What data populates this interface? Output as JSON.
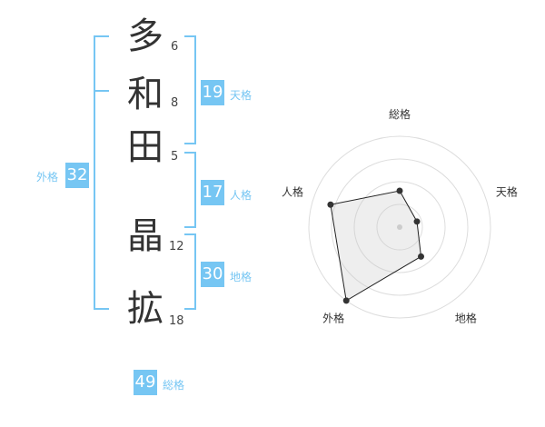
{
  "name": {
    "chars": [
      {
        "kanji": "多",
        "strokes": "6"
      },
      {
        "kanji": "和",
        "strokes": "8"
      },
      {
        "kanji": "田",
        "strokes": "5"
      },
      {
        "kanji": "晶",
        "strokes": "12"
      },
      {
        "kanji": "拡",
        "strokes": "18"
      }
    ]
  },
  "fortune": {
    "tenkaku": {
      "value": "19",
      "label": "天格"
    },
    "jinkaku": {
      "value": "17",
      "label": "人格"
    },
    "chikaku": {
      "value": "30",
      "label": "地格"
    },
    "gaikaku": {
      "value": "32",
      "label": "外格"
    },
    "soukaku": {
      "value": "49",
      "label": "総格"
    }
  },
  "colors": {
    "accent": "#76c6f3",
    "line": "#76c6f3"
  },
  "chart_data": {
    "type": "radar",
    "axes": [
      "総格",
      "天格",
      "地格",
      "外格",
      "人格"
    ],
    "values": [
      2,
      1,
      2,
      5,
      4
    ],
    "rmax": 5,
    "grid_rings": 4
  }
}
